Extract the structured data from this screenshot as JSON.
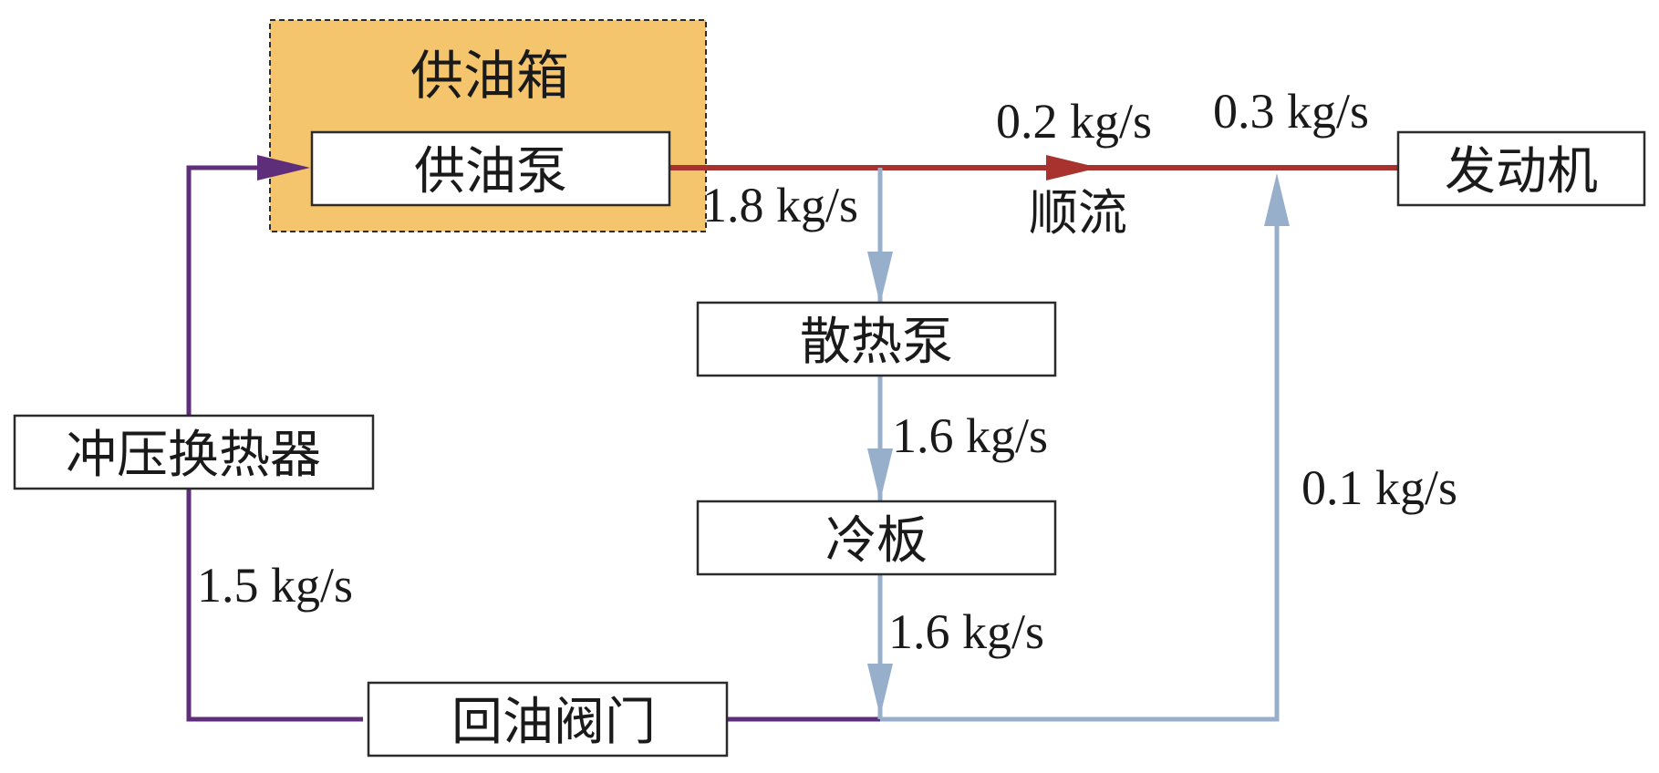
{
  "tank": {
    "label": "供油箱"
  },
  "boxes": {
    "supply_pump": "供油泵",
    "engine": "发动机",
    "cooling_pump": "散热泵",
    "cold_plate": "冷板",
    "ram_exchanger": "冲压换热器",
    "return_valve": "回油阀门"
  },
  "flows": {
    "to_engine_mid": "0.2 kg/s",
    "to_engine": "0.3 kg/s",
    "branch_down": "1.8 kg/s",
    "direction": "顺流",
    "after_pump": "1.6 kg/s",
    "after_plate": "1.6 kg/s",
    "bypass_up": "0.1 kg/s",
    "return_left": "1.5 kg/s"
  },
  "colors": {
    "tank_fill": "#F5C56E",
    "red_line": "#A8322D",
    "blue_line": "#97AFCB",
    "purple_line": "#5E2E7A"
  }
}
